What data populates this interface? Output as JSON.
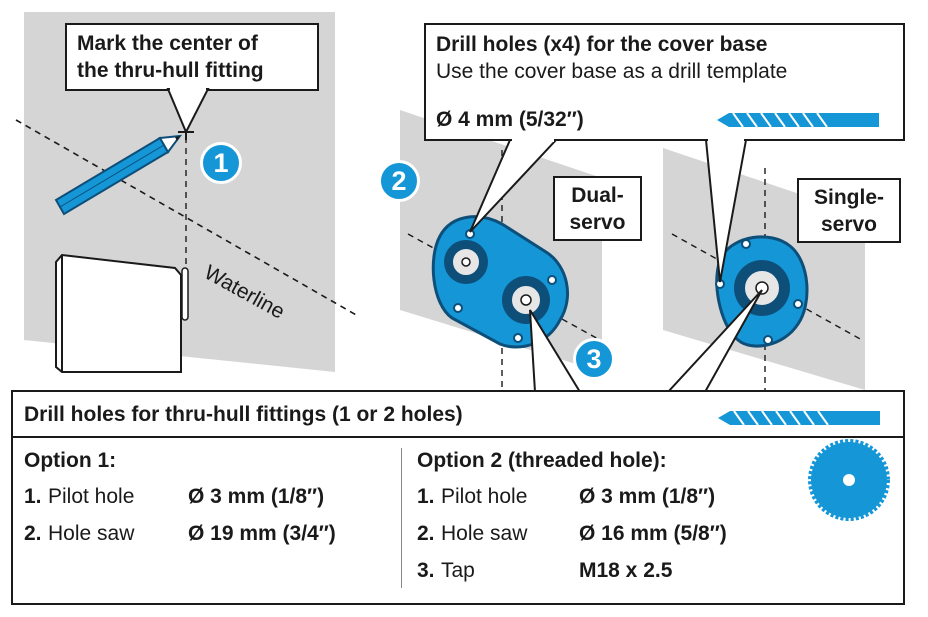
{
  "step1": {
    "badge": "1",
    "callout_line1": "Mark the center of",
    "callout_line2": "the thru-hull fitting",
    "waterline_label": "Waterline"
  },
  "step2": {
    "badge": "2",
    "callout_title": "Drill holes (x4) for the cover base",
    "callout_subtitle": "Use the cover base as a drill template",
    "drill_size": "Ø 4 mm (5/32″)",
    "dual_label": "Dual-\nservo",
    "single_label": "Single-\nservo"
  },
  "step3": {
    "badge": "3",
    "title": "Drill holes for thru-hull fittings (1 or 2 holes)",
    "option1": {
      "heading": "Option 1:",
      "rows": [
        {
          "num": "1.",
          "name": "Pilot hole",
          "value": "Ø 3 mm (1/8″)"
        },
        {
          "num": "2.",
          "name": "Hole saw",
          "value": "Ø 19 mm (3/4″)"
        }
      ]
    },
    "option2": {
      "heading": "Option 2 (threaded hole):",
      "rows": [
        {
          "num": "1.",
          "name": "Pilot hole",
          "value": "Ø 3 mm (1/8″)"
        },
        {
          "num": "2.",
          "name": "Hole saw",
          "value": "Ø 16 mm (5/8″)"
        },
        {
          "num": "3.",
          "name": "Tap",
          "value": "M18 x 2.5"
        }
      ]
    }
  },
  "colors": {
    "accent_blue": "#1596d6",
    "dark_blue": "#0e4f7a",
    "hull_gray": "#d5d5d5",
    "outline": "#1a1a1a"
  },
  "icons": [
    "pencil-icon",
    "drill-bit-icon",
    "hole-saw-icon",
    "cover-base-dual-icon",
    "cover-base-single-icon"
  ]
}
